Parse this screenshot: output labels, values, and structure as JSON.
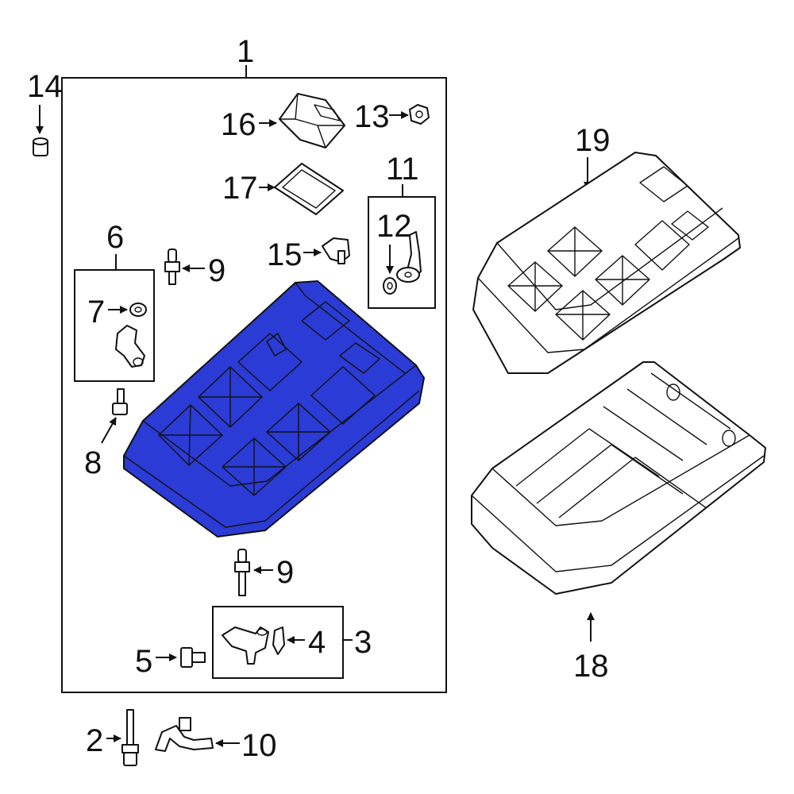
{
  "diagram": {
    "highlight_color": "#2b3bd6",
    "line_color": "#111111",
    "callouts": {
      "c1": "1",
      "c2": "2",
      "c3": "3",
      "c4": "4",
      "c5": "5",
      "c6": "6",
      "c7": "7",
      "c8": "8",
      "c9a": "9",
      "c9b": "9",
      "c10": "10",
      "c11": "11",
      "c12": "12",
      "c13": "13",
      "c14": "14",
      "c15": "15",
      "c16": "16",
      "c17": "17",
      "c18": "18",
      "c19": "19"
    }
  }
}
